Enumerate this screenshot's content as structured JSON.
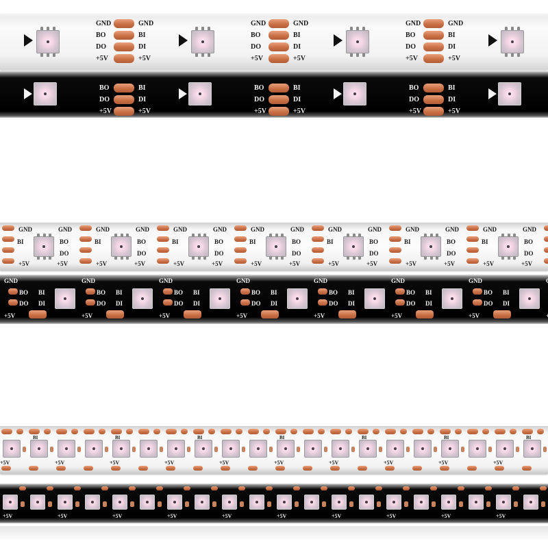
{
  "image": {
    "background": "#ffffff",
    "description_colors": {
      "pad_copper": "#c76d44",
      "led_glow": "#f5d6e4",
      "white_pcb": "#f4f4f4",
      "black_pcb": "#000000"
    }
  },
  "strips": [
    {
      "id": "strip-30-white",
      "pcb": "white",
      "density": 30,
      "labels": [
        "GND",
        "BO",
        "DO",
        "+5V",
        "GND",
        "BI",
        "DI",
        "+5V"
      ]
    },
    {
      "id": "strip-30-black",
      "pcb": "black",
      "density": 30,
      "labels": [
        "BO",
        "DO",
        "+5V",
        "BI",
        "DI",
        "+5V"
      ]
    },
    {
      "id": "strip-60-white",
      "pcb": "white",
      "density": 60,
      "labels": [
        "GND",
        "BO",
        "DO",
        "+5V",
        "GND",
        "BI",
        "DI",
        "+5V"
      ]
    },
    {
      "id": "strip-60-black",
      "pcb": "black",
      "density": 60,
      "labels": [
        "GND",
        "BO",
        "DO",
        "+5V",
        "BI",
        "DI"
      ]
    },
    {
      "id": "strip-144-white",
      "pcb": "white",
      "density": 144,
      "labels": [
        "BI",
        "+5V"
      ]
    },
    {
      "id": "strip-144-black",
      "pcb": "black",
      "density": 144,
      "labels": [
        "+5V"
      ]
    }
  ],
  "pin_labels": {
    "gnd": "GND",
    "bo": "BO",
    "bi": "BI",
    "do": "DO",
    "di": "DI",
    "v5": "+5V"
  }
}
